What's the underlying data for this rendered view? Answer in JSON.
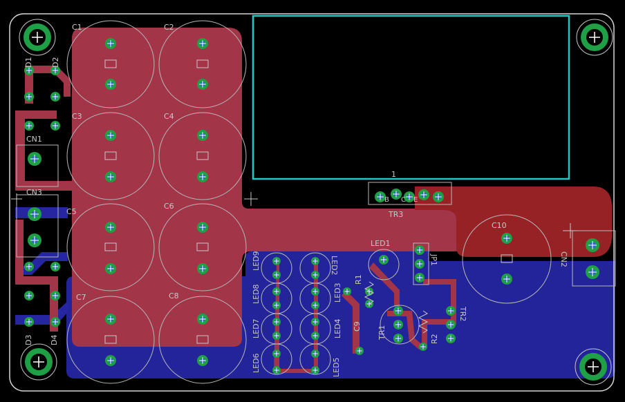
{
  "board": {
    "colors": {
      "background": "#000000",
      "outline": "#d8d8d8",
      "top_copper": "#a33548",
      "bottom_copper": "#2a2a9a",
      "pad_ring": "#1fa046",
      "via_ring": "#1f9a45",
      "drill": "#2a64c8",
      "silkscreen": "#e8e8e8",
      "component_outline": "#9a9a9a",
      "relay_outline": "#22c8c8",
      "label_text": "#c8c8c8"
    }
  },
  "components": {
    "capacitors": [
      {
        "ref": "C1"
      },
      {
        "ref": "C2"
      },
      {
        "ref": "C3"
      },
      {
        "ref": "C4"
      },
      {
        "ref": "C5"
      },
      {
        "ref": "C6"
      },
      {
        "ref": "C7"
      },
      {
        "ref": "C8"
      },
      {
        "ref": "C9"
      },
      {
        "ref": "C10"
      }
    ],
    "diodes": [
      {
        "ref": "D1"
      },
      {
        "ref": "D2"
      },
      {
        "ref": "D3"
      },
      {
        "ref": "D4"
      }
    ],
    "connectors": [
      {
        "ref": "CN1"
      },
      {
        "ref": "CN2"
      },
      {
        "ref": "CN3"
      }
    ],
    "leds": [
      {
        "ref": "LED1"
      },
      {
        "ref": "LED2"
      },
      {
        "ref": "LED3"
      },
      {
        "ref": "LED4"
      },
      {
        "ref": "LED5"
      },
      {
        "ref": "LED6"
      },
      {
        "ref": "LED7"
      },
      {
        "ref": "LED8"
      },
      {
        "ref": "LED9"
      }
    ],
    "resistors": [
      {
        "ref": "R1"
      },
      {
        "ref": "R2"
      }
    ],
    "transistors": [
      {
        "ref": "TR1"
      },
      {
        "ref": "TR2"
      },
      {
        "ref": "TR3"
      }
    ],
    "jumpers": [
      {
        "ref": "JP1"
      }
    ],
    "tr3_pins": {
      "b": "B",
      "c": "C",
      "e": "E"
    },
    "relay_pin_marker": "1"
  }
}
